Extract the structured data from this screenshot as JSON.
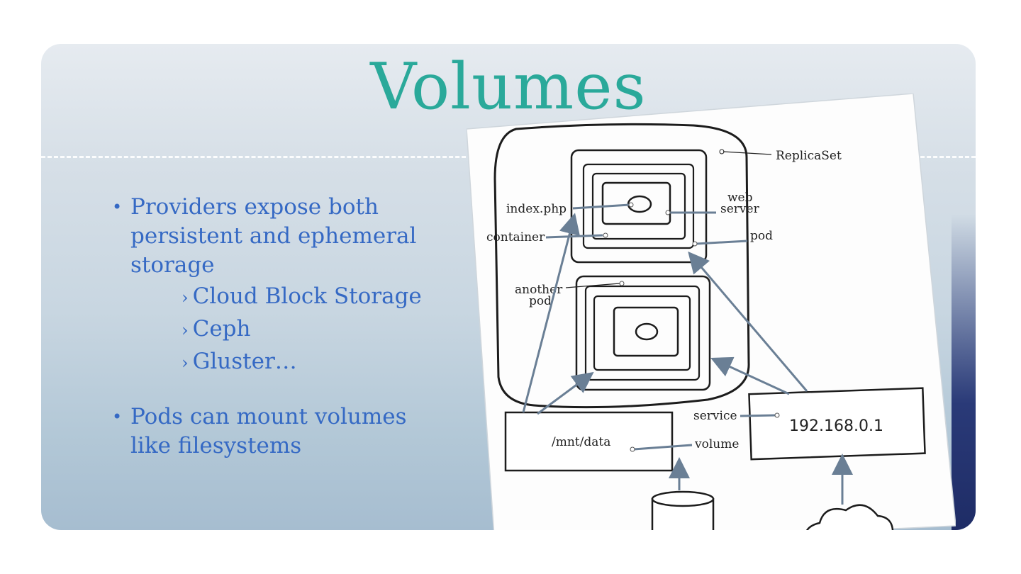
{
  "slide": {
    "title": "Volumes",
    "bullet1": "Providers expose both persistent and ephemeral storage",
    "sub_items": [
      "Cloud Block Storage",
      "Ceph",
      "Gluster…"
    ],
    "bullet2": "Pods can mount volumes like filesystems",
    "bullet_glyph": "•",
    "sub_glyph": "›"
  },
  "diagram": {
    "labels": {
      "replicaset": "ReplicaSet",
      "index_php": "index.php",
      "web": "web",
      "server": "server",
      "container": "container",
      "pod": "pod",
      "another": "another",
      "another_pod": "pod",
      "service": "service",
      "volume": "volume",
      "mnt_data": "/mnt/data",
      "ip": "192.168.0.1"
    }
  },
  "colors": {
    "title": "#2aa99a",
    "bullet_text": "#3569c4",
    "arrow": "#6a7f95"
  }
}
